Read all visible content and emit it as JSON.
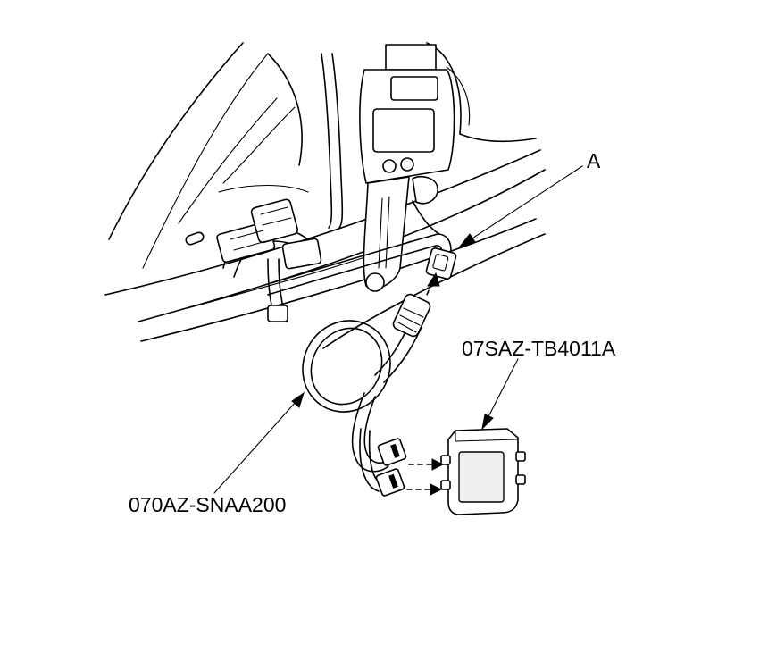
{
  "labels": {
    "connector_a": "A",
    "tool_adapter": "07SAZ-TB4011A",
    "tool_harness": "070AZ-SNAA200"
  },
  "colors": {
    "line": "#000000",
    "background": "#ffffff"
  }
}
